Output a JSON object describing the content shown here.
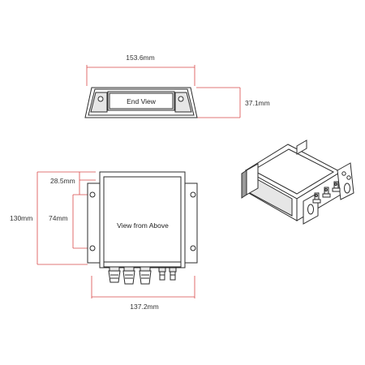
{
  "diagram": {
    "dimensions": {
      "end_width": "153.6mm",
      "end_height": "37.1mm",
      "top_offset": "28.5mm",
      "hole_spacing": "74mm",
      "total_height": "130mm",
      "top_width": "137.2mm"
    },
    "views": {
      "end_view": "End View",
      "top_view": "View from Above"
    },
    "colors": {
      "dimension_line": "#d94a4a",
      "outline": "#2b2b2b"
    }
  }
}
